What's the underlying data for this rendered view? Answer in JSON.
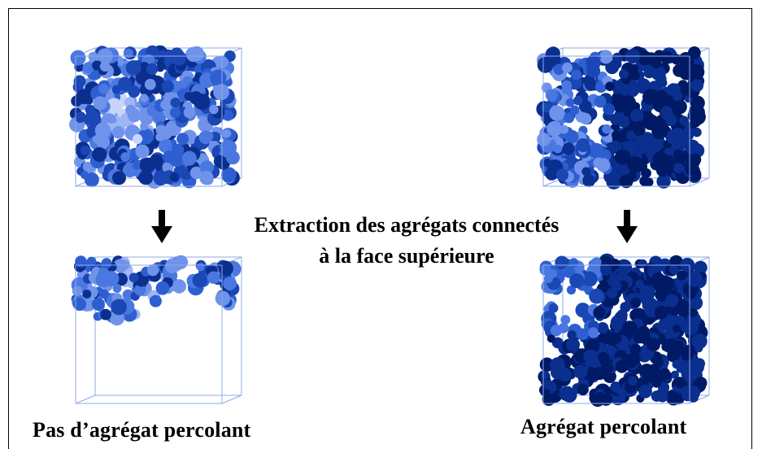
{
  "caption": {
    "line1": "Extraction des agrégats connectés",
    "line2": "à la face supérieure"
  },
  "left": {
    "label": "Pas d’agrégat percolant"
  },
  "right": {
    "label": "Agrégat percolant"
  },
  "colors": {
    "sphere_palette": [
      "#001a66",
      "#0a2f8f",
      "#1a47b3",
      "#2e5fd1",
      "#4a78e0",
      "#6f93ea",
      "#9fb6f2",
      "#c8d5f8"
    ],
    "cube_edges": "#8fa8e8",
    "arrow": "#000000"
  },
  "icons": {
    "arrow": "down-arrow-icon"
  }
}
